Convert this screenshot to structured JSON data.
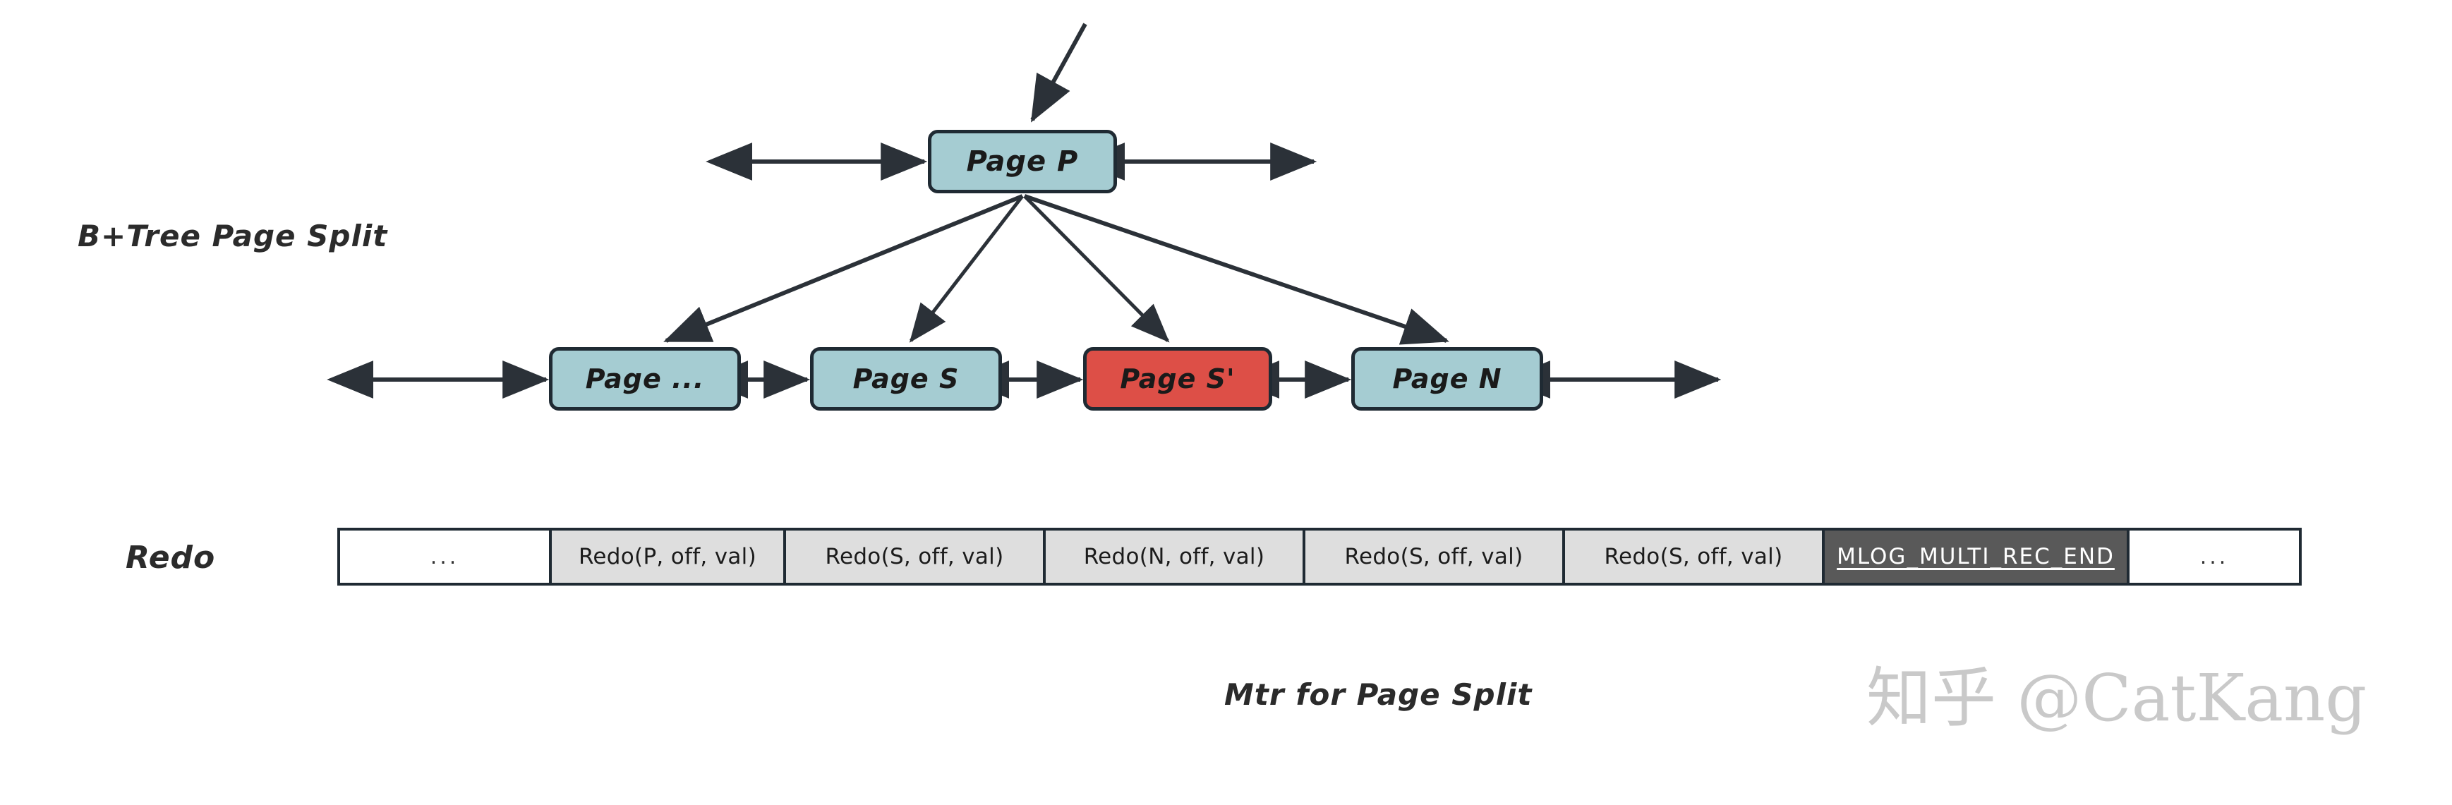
{
  "diagram": {
    "section_label": "B+Tree Page Split",
    "redo_label": "Redo",
    "caption": "Mtr for Page Split",
    "watermark": "知乎 @CatKang"
  },
  "colors": {
    "node_teal": "#a5ccd2",
    "node_red": "#dd4f47",
    "node_border": "#1f2a33",
    "redo_cell_fill": "#dedede",
    "redo_end_fill": "#595959",
    "redo_blank_fill": "#ffffff",
    "watermark": "#c9c9c9",
    "background": "#ffffff"
  },
  "tree": {
    "parent": {
      "label": "Page P",
      "fill": "teal"
    },
    "children": [
      {
        "label": "Page ...",
        "fill": "teal"
      },
      {
        "label": "Page S",
        "fill": "teal"
      },
      {
        "label": "Page S'",
        "fill": "red"
      },
      {
        "label": "Page N",
        "fill": "teal"
      }
    ]
  },
  "redo_log": {
    "cells": [
      {
        "text": "...",
        "style": "blank"
      },
      {
        "text": "Redo(P, off, val)",
        "style": "rec"
      },
      {
        "text": "Redo(S, off, val)",
        "style": "rec"
      },
      {
        "text": "Redo(N, off, val)",
        "style": "rec"
      },
      {
        "text": "Redo(S, off, val)",
        "style": "rec"
      },
      {
        "text": "Redo(S, off, val)",
        "style": "rec"
      },
      {
        "text": "MLOG_MULTI_REC_END",
        "style": "end"
      },
      {
        "text": "...",
        "style": "blank"
      }
    ]
  }
}
